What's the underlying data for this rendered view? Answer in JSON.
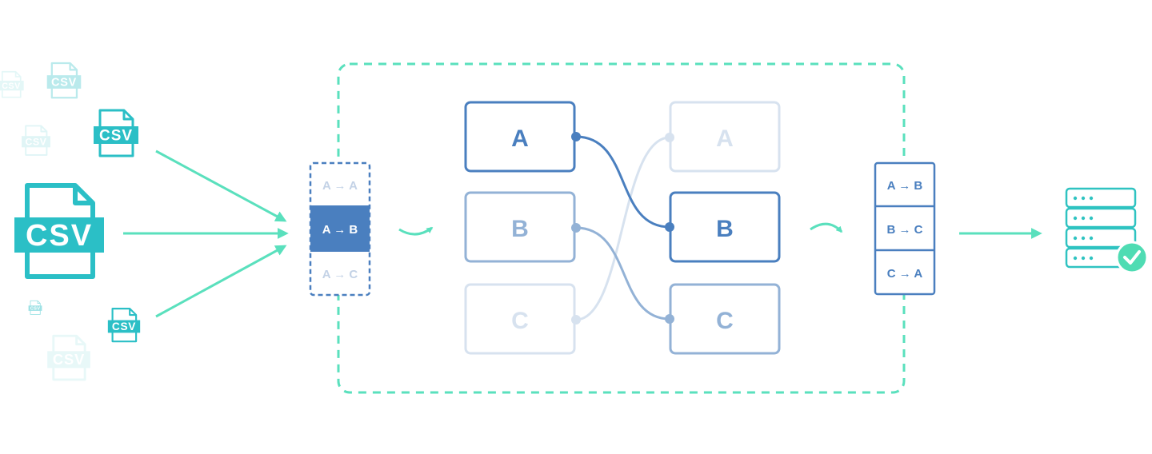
{
  "csv_file_label": "CSV",
  "mapping_options": [
    {
      "from": "A",
      "to": "A",
      "state": "faded"
    },
    {
      "from": "A",
      "to": "B",
      "state": "selected"
    },
    {
      "from": "A",
      "to": "C",
      "state": "faded"
    }
  ],
  "left_nodes": [
    "A",
    "B",
    "C"
  ],
  "right_nodes": [
    "A",
    "B",
    "C"
  ],
  "connections": [
    {
      "from": "A",
      "to": "B",
      "state": "strong"
    },
    {
      "from": "B",
      "to": "C",
      "state": "medium"
    },
    {
      "from": "C",
      "to": "A",
      "state": "faint"
    }
  ],
  "result_mappings": [
    {
      "from": "A",
      "to": "B"
    },
    {
      "from": "B",
      "to": "C"
    },
    {
      "from": "C",
      "to": "A"
    }
  ],
  "arrow_glyph": "→",
  "colors": {
    "teal": "#2bbfc6",
    "mint": "#5ae0bd",
    "blue_strong": "#4a7fbf",
    "blue_medium": "#93b2d6",
    "blue_faint": "#d7e2ef",
    "db_teal": "#2fc3c1",
    "check_green": "#4fdcb3"
  },
  "icons": [
    "csv-file-icon",
    "flow-arrow-icon",
    "curved-arrow-icon",
    "database-server-icon",
    "checkmark-icon"
  ]
}
